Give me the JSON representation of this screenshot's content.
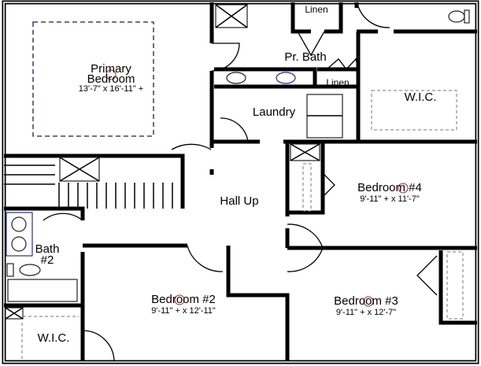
{
  "rooms": {
    "primary_bedroom": {
      "name_line1": "Primary",
      "name_line2": "Bedroom",
      "dims": "13'-7\" x 16'-11\" +"
    },
    "primary_bath": {
      "name": "Pr. Bath"
    },
    "linen_top": {
      "name": "Linen"
    },
    "linen_mid": {
      "name": "Linen"
    },
    "wic_primary": {
      "name": "W.I.C."
    },
    "laundry": {
      "name": "Laundry"
    },
    "hall": {
      "name": "Hall Up"
    },
    "bedroom4": {
      "name": "Bedroom #4",
      "dims": "9'-11\" + x 11'-7\""
    },
    "bath2": {
      "name_line1": "Bath",
      "name_line2": "#2"
    },
    "wic_bed2": {
      "name": "W.I.C."
    },
    "bedroom2": {
      "name": "Bedroom #2",
      "dims": "9'-11\" + x 12'-11\""
    },
    "bedroom3": {
      "name": "Bedroom #3",
      "dims": "9'-11\" + x 12'-7\""
    }
  }
}
